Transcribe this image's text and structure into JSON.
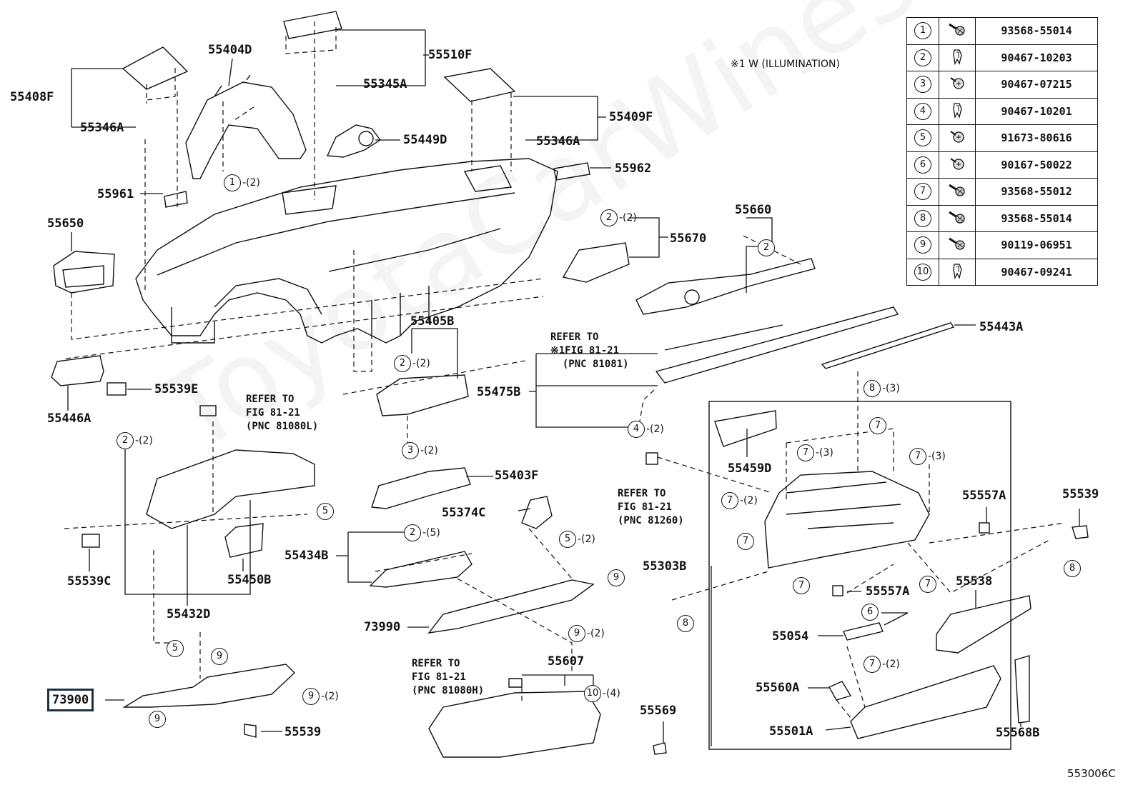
{
  "watermark": "ToyotaCarWines",
  "diagram_code": "553006C",
  "note": "※1  W (ILLUMINATION)",
  "parts_table": [
    {
      "num": "1",
      "icon": "bolt-icon",
      "part": "93568-55014"
    },
    {
      "num": "2",
      "icon": "clip-icon",
      "part": "90467-10203"
    },
    {
      "num": "3",
      "icon": "screw-icon",
      "part": "90467-07215"
    },
    {
      "num": "4",
      "icon": "clip-icon",
      "part": "90467-10201"
    },
    {
      "num": "5",
      "icon": "screw-icon",
      "part": "91673-80616"
    },
    {
      "num": "6",
      "icon": "screw-icon",
      "part": "90167-50022"
    },
    {
      "num": "7",
      "icon": "bolt-icon",
      "part": "93568-55012"
    },
    {
      "num": "8",
      "icon": "bolt-icon",
      "part": "93568-55014"
    },
    {
      "num": "9",
      "icon": "bolt-icon",
      "part": "90119-06951"
    },
    {
      "num": "10",
      "icon": "clip-icon",
      "part": "90467-09241"
    }
  ],
  "labels": {
    "p55404D": "55404D",
    "p55510F": "55510F",
    "p55408F": "55408F",
    "p55345A": "55345A",
    "p55346A_l": "55346A",
    "p55346A_r": "55346A",
    "p55409F": "55409F",
    "p55449D": "55449D",
    "p55962": "55962",
    "p55961": "55961",
    "p55650": "55650",
    "p55660": "55660",
    "p55670": "55670",
    "p55443A": "55443A",
    "p55405B": "55405B",
    "p55475B": "55475B",
    "p55539E": "55539E",
    "p55446A": "55446A",
    "p55403F": "55403F",
    "p55374C": "55374C",
    "p55434B": "55434B",
    "p55539C": "55539C",
    "p55450B": "55450B",
    "p55432D": "55432D",
    "p73990": "73990",
    "p73900": "73900",
    "p55539_b": "55539",
    "p55607": "55607",
    "p55459D": "55459D",
    "p55557A_r": "55557A",
    "p55539_r": "55539",
    "p55303B": "55303B",
    "p55557A_c": "55557A",
    "p55538": "55538",
    "p55054": "55054",
    "p55560A": "55560A",
    "p55569": "55569",
    "p55501A": "55501A",
    "p55568B": "55568B"
  },
  "refs": {
    "ref_illum": "REFER TO\n※1FIG 81-21\n  (PNC 81081)",
    "ref_81080L": "REFER TO\nFIG 81-21\n(PNC 81080L)",
    "ref_81260": "REFER TO\nFIG 81-21\n(PNC 81260)",
    "ref_81080H": "REFER TO\nFIG 81-21\n(PNC 81080H)"
  },
  "callouts": {
    "c_1_2": {
      "n": "1",
      "q": "-(2)"
    },
    "c_2_2_a": {
      "n": "2",
      "q": "-(2)"
    },
    "c_2_2_b": {
      "n": "2",
      "q": "-(2)"
    },
    "c_2_2_c": {
      "n": "2",
      "q": "-(2)"
    },
    "c_2_top": {
      "n": "2",
      "q": ""
    },
    "c_8_3": {
      "n": "8",
      "q": "-(3)"
    },
    "c_4_2": {
      "n": "4",
      "q": "-(2)"
    },
    "c_3_2": {
      "n": "3",
      "q": "-(2)"
    },
    "c_5_a": {
      "n": "5",
      "q": ""
    },
    "c_2_5": {
      "n": "2",
      "q": "-(5)"
    },
    "c_5_2": {
      "n": "5",
      "q": "-(2)"
    },
    "c_9_a": {
      "n": "9",
      "q": ""
    },
    "c_9_2_a": {
      "n": "9",
      "q": "-(2)"
    },
    "c_5_b": {
      "n": "5",
      "q": ""
    },
    "c_9_b": {
      "n": "9",
      "q": ""
    },
    "c_9_2_b": {
      "n": "9",
      "q": "-(2)"
    },
    "c_9_c": {
      "n": "9",
      "q": ""
    },
    "c_10_4": {
      "n": "10",
      "q": "-(4)"
    },
    "c_7_a": {
      "n": "7",
      "q": ""
    },
    "c_7_3_a": {
      "n": "7",
      "q": "-(3)"
    },
    "c_7_3_b": {
      "n": "7",
      "q": "-(3)"
    },
    "c_7_2_a": {
      "n": "7",
      "q": "-(2)"
    },
    "c_7_b": {
      "n": "7",
      "q": ""
    },
    "c_7_c": {
      "n": "7",
      "q": ""
    },
    "c_7_d": {
      "n": "7",
      "q": ""
    },
    "c_8_a": {
      "n": "8",
      "q": ""
    },
    "c_8_b": {
      "n": "8",
      "q": ""
    },
    "c_6": {
      "n": "6",
      "q": ""
    },
    "c_7_2_b": {
      "n": "7",
      "q": "-(2)"
    }
  }
}
